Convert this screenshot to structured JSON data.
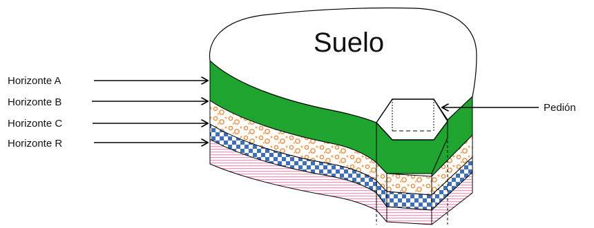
{
  "diagram": {
    "title": "Suelo",
    "horizons": [
      {
        "label": "Horizonte A",
        "color": "#1fa52f"
      },
      {
        "label": "Horizonte B",
        "color": "#f39a4e"
      },
      {
        "label": "Horizonte C",
        "color": "#3f6fb5"
      },
      {
        "label": "Horizonte R",
        "color": "#f2a6c4"
      }
    ],
    "pedion_label": "Pedión",
    "outline_color": "#000000"
  }
}
